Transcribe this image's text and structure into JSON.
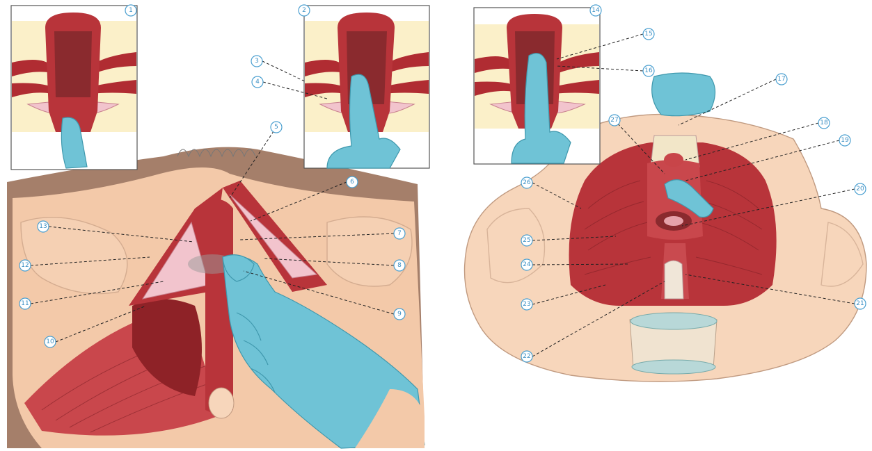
{
  "labels": [
    {
      "id": "1",
      "text": "1"
    },
    {
      "id": "2",
      "text": "2"
    },
    {
      "id": "3",
      "text": "3"
    },
    {
      "id": "4",
      "text": "4"
    },
    {
      "id": "5",
      "text": "5"
    },
    {
      "id": "6",
      "text": "6"
    },
    {
      "id": "7",
      "text": "7"
    },
    {
      "id": "8",
      "text": "8"
    },
    {
      "id": "9",
      "text": "9"
    },
    {
      "id": "10",
      "text": "10"
    },
    {
      "id": "11",
      "text": "11"
    },
    {
      "id": "12",
      "text": "12"
    },
    {
      "id": "13",
      "text": "13"
    },
    {
      "id": "14",
      "text": "14"
    },
    {
      "id": "15",
      "text": "15"
    },
    {
      "id": "16",
      "text": "16"
    },
    {
      "id": "17",
      "text": "17"
    },
    {
      "id": "18",
      "text": "18"
    },
    {
      "id": "19",
      "text": "19"
    },
    {
      "id": "20",
      "text": "20"
    },
    {
      "id": "21",
      "text": "21"
    },
    {
      "id": "22",
      "text": "22"
    },
    {
      "id": "23",
      "text": "23"
    },
    {
      "id": "24",
      "text": "24"
    },
    {
      "id": "25",
      "text": "25"
    },
    {
      "id": "26",
      "text": "26"
    },
    {
      "id": "27",
      "text": "27"
    }
  ],
  "colors": {
    "muscle": "#b8343a",
    "glove": "#6fc3d6",
    "skin": "#f3c9a9",
    "label_blue": "#3b8fc4"
  }
}
